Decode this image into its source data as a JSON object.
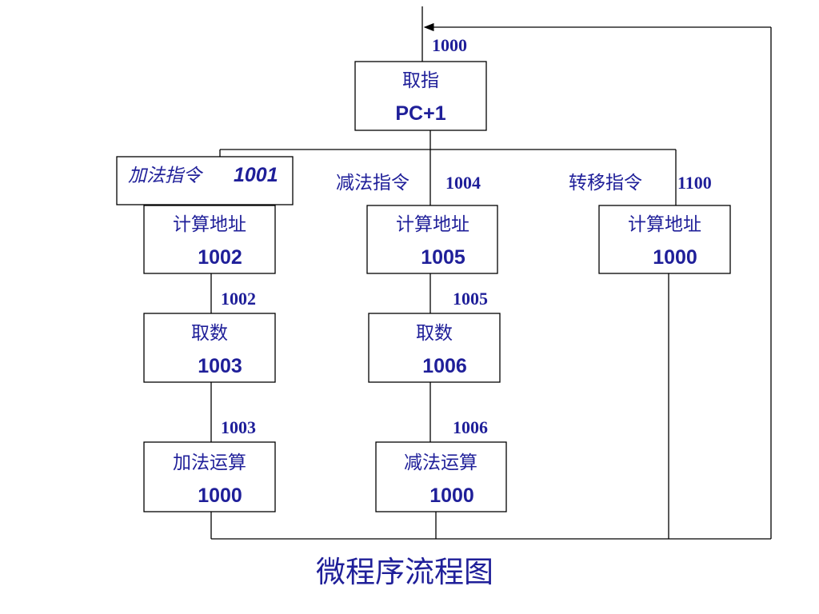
{
  "title": "微程序流程图",
  "addresses": {
    "fetch_entry": "1000",
    "add_entry": "1001",
    "sub_entry": "1004",
    "jump_entry": "1100",
    "add_fetch": "1002",
    "sub_fetch": "1005",
    "add_op": "1003",
    "sub_op": "1006"
  },
  "branches": {
    "add": "加法指令",
    "sub": "减法指令",
    "jump": "转移指令"
  },
  "boxes": {
    "fetch": {
      "label": "取指",
      "next": "PC+1"
    },
    "add_calc": {
      "label": "计算地址",
      "next": "1002"
    },
    "sub_calc": {
      "label": "计算地址",
      "next": "1005"
    },
    "jump_calc": {
      "label": "计算地址",
      "next": "1000"
    },
    "add_fetch": {
      "label": "取数",
      "next": "1003"
    },
    "sub_fetch": {
      "label": "取数",
      "next": "1006"
    },
    "add_op": {
      "label": "加法运算",
      "next": "1000"
    },
    "sub_op": {
      "label": "减法运算",
      "next": "1000"
    }
  },
  "colors": {
    "text": "#1f1f99",
    "line": "#000000"
  }
}
